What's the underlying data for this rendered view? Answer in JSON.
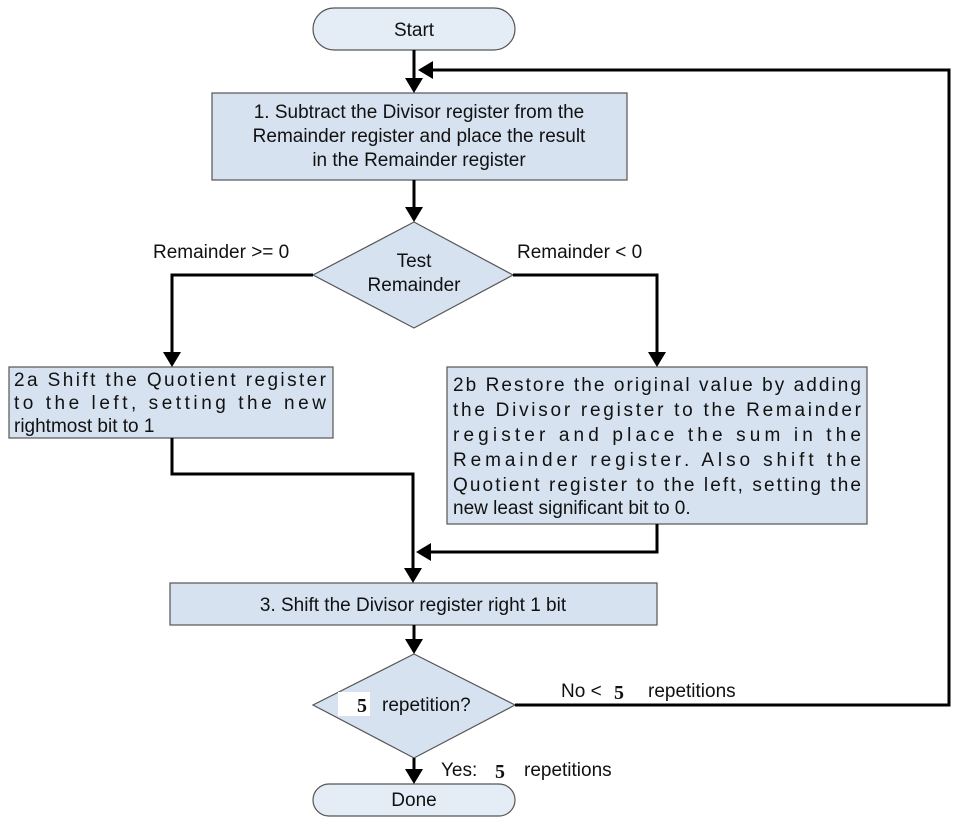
{
  "nodes": {
    "start": "Start",
    "step1": [
      "1. Subtract the Divisor register from the",
      "Remainder register and place the result",
      "in the Remainder register"
    ],
    "test": [
      "Test",
      "Remainder"
    ],
    "step2a": [
      "2a Shift the Quotient register",
      "to the left, setting the new",
      "rightmost bit to 1"
    ],
    "step2b": [
      "2b Restore the original value by adding",
      "the Divisor register to the Remainder",
      "register and place the sum in the",
      "Remainder register. Also shift the",
      "Quotient register to the left, setting the",
      "new least significant bit to 0."
    ],
    "step3": "3. Shift the Divisor register right 1 bit",
    "rep_count": "5",
    "rep_label": "repetition?",
    "done": "Done"
  },
  "edges": {
    "ge_label": "Remainder >= 0",
    "lt_label": "Remainder < 0",
    "no_prefix": "No <",
    "no_count": "5",
    "no_suffix": "repetitions",
    "yes_prefix": "Yes:",
    "yes_count": "5",
    "yes_suffix": "repetitions"
  },
  "colors": {
    "box_fill": "#d6e2f0",
    "start_fill": "#e4ecf6",
    "line": "#000000"
  }
}
